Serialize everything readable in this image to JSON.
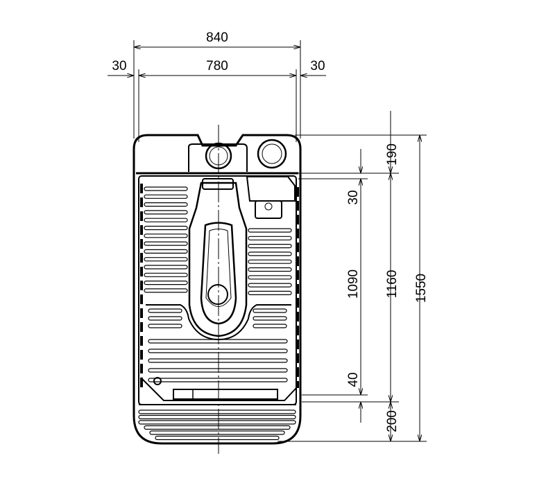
{
  "drawing": {
    "title": "Squat toilet unit plan view",
    "dimensions": {
      "overall_width": "840",
      "inner_width": "780",
      "left_margin": "30",
      "right_margin": "30",
      "top_section": "190",
      "gap_top": "30",
      "floor_length": "1090",
      "main_length": "1160",
      "overall_length": "1550",
      "gap_bottom": "40",
      "step_length": "200"
    }
  }
}
